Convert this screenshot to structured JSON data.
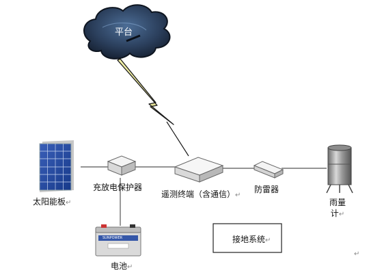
{
  "cloud": {
    "label": "平台"
  },
  "devices": {
    "solar_panel": "太阳能板",
    "charge_controller": "充放电保护器",
    "terminal": "遥测终端（含通信）",
    "lightning_protector": "防雷器",
    "rain_gauge_line1": "雨量",
    "rain_gauge_line2": "计",
    "battery": "电池",
    "battery_brand": "SUNPOWER",
    "grounding": "接地系统"
  },
  "return_mark": "↵"
}
